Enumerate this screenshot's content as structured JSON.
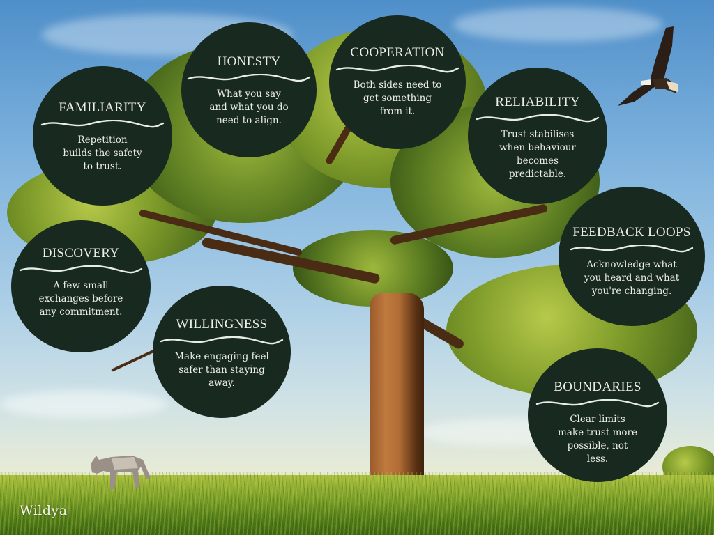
{
  "brand": {
    "logo_text": "Wildya"
  },
  "colors": {
    "circle_fill": "#18291f",
    "circle_text": "#eef0e6",
    "wave_stroke": "#e6eee4"
  },
  "illustration": {
    "background": "tree-on-savanna",
    "animals": [
      "wolf",
      "eagle"
    ]
  },
  "cards": [
    {
      "title": "FAMILIARITY",
      "body": "Repetition\nbuilds the safety\nto trust."
    },
    {
      "title": "HONESTY",
      "body": "What you say\nand what you do\nneed to align."
    },
    {
      "title": "COOPERATION",
      "body": "Both sides need to\nget something\nfrom it."
    },
    {
      "title": "RELIABILITY",
      "body": "Trust stabilises\nwhen behaviour\nbecomes\npredictable."
    },
    {
      "title": "FEEDBACK LOOPS",
      "body": "Acknowledge what\nyou heard and what\nyou're changing."
    },
    {
      "title": "DISCOVERY",
      "body": "A few small\nexchanges before\nany commitment."
    },
    {
      "title": "WILLINGNESS",
      "body": "Make engaging feel\nsafer than staying\naway."
    },
    {
      "title": "BOUNDARIES",
      "body": "Clear limits\nmake trust more\npossible, not\nless."
    }
  ]
}
